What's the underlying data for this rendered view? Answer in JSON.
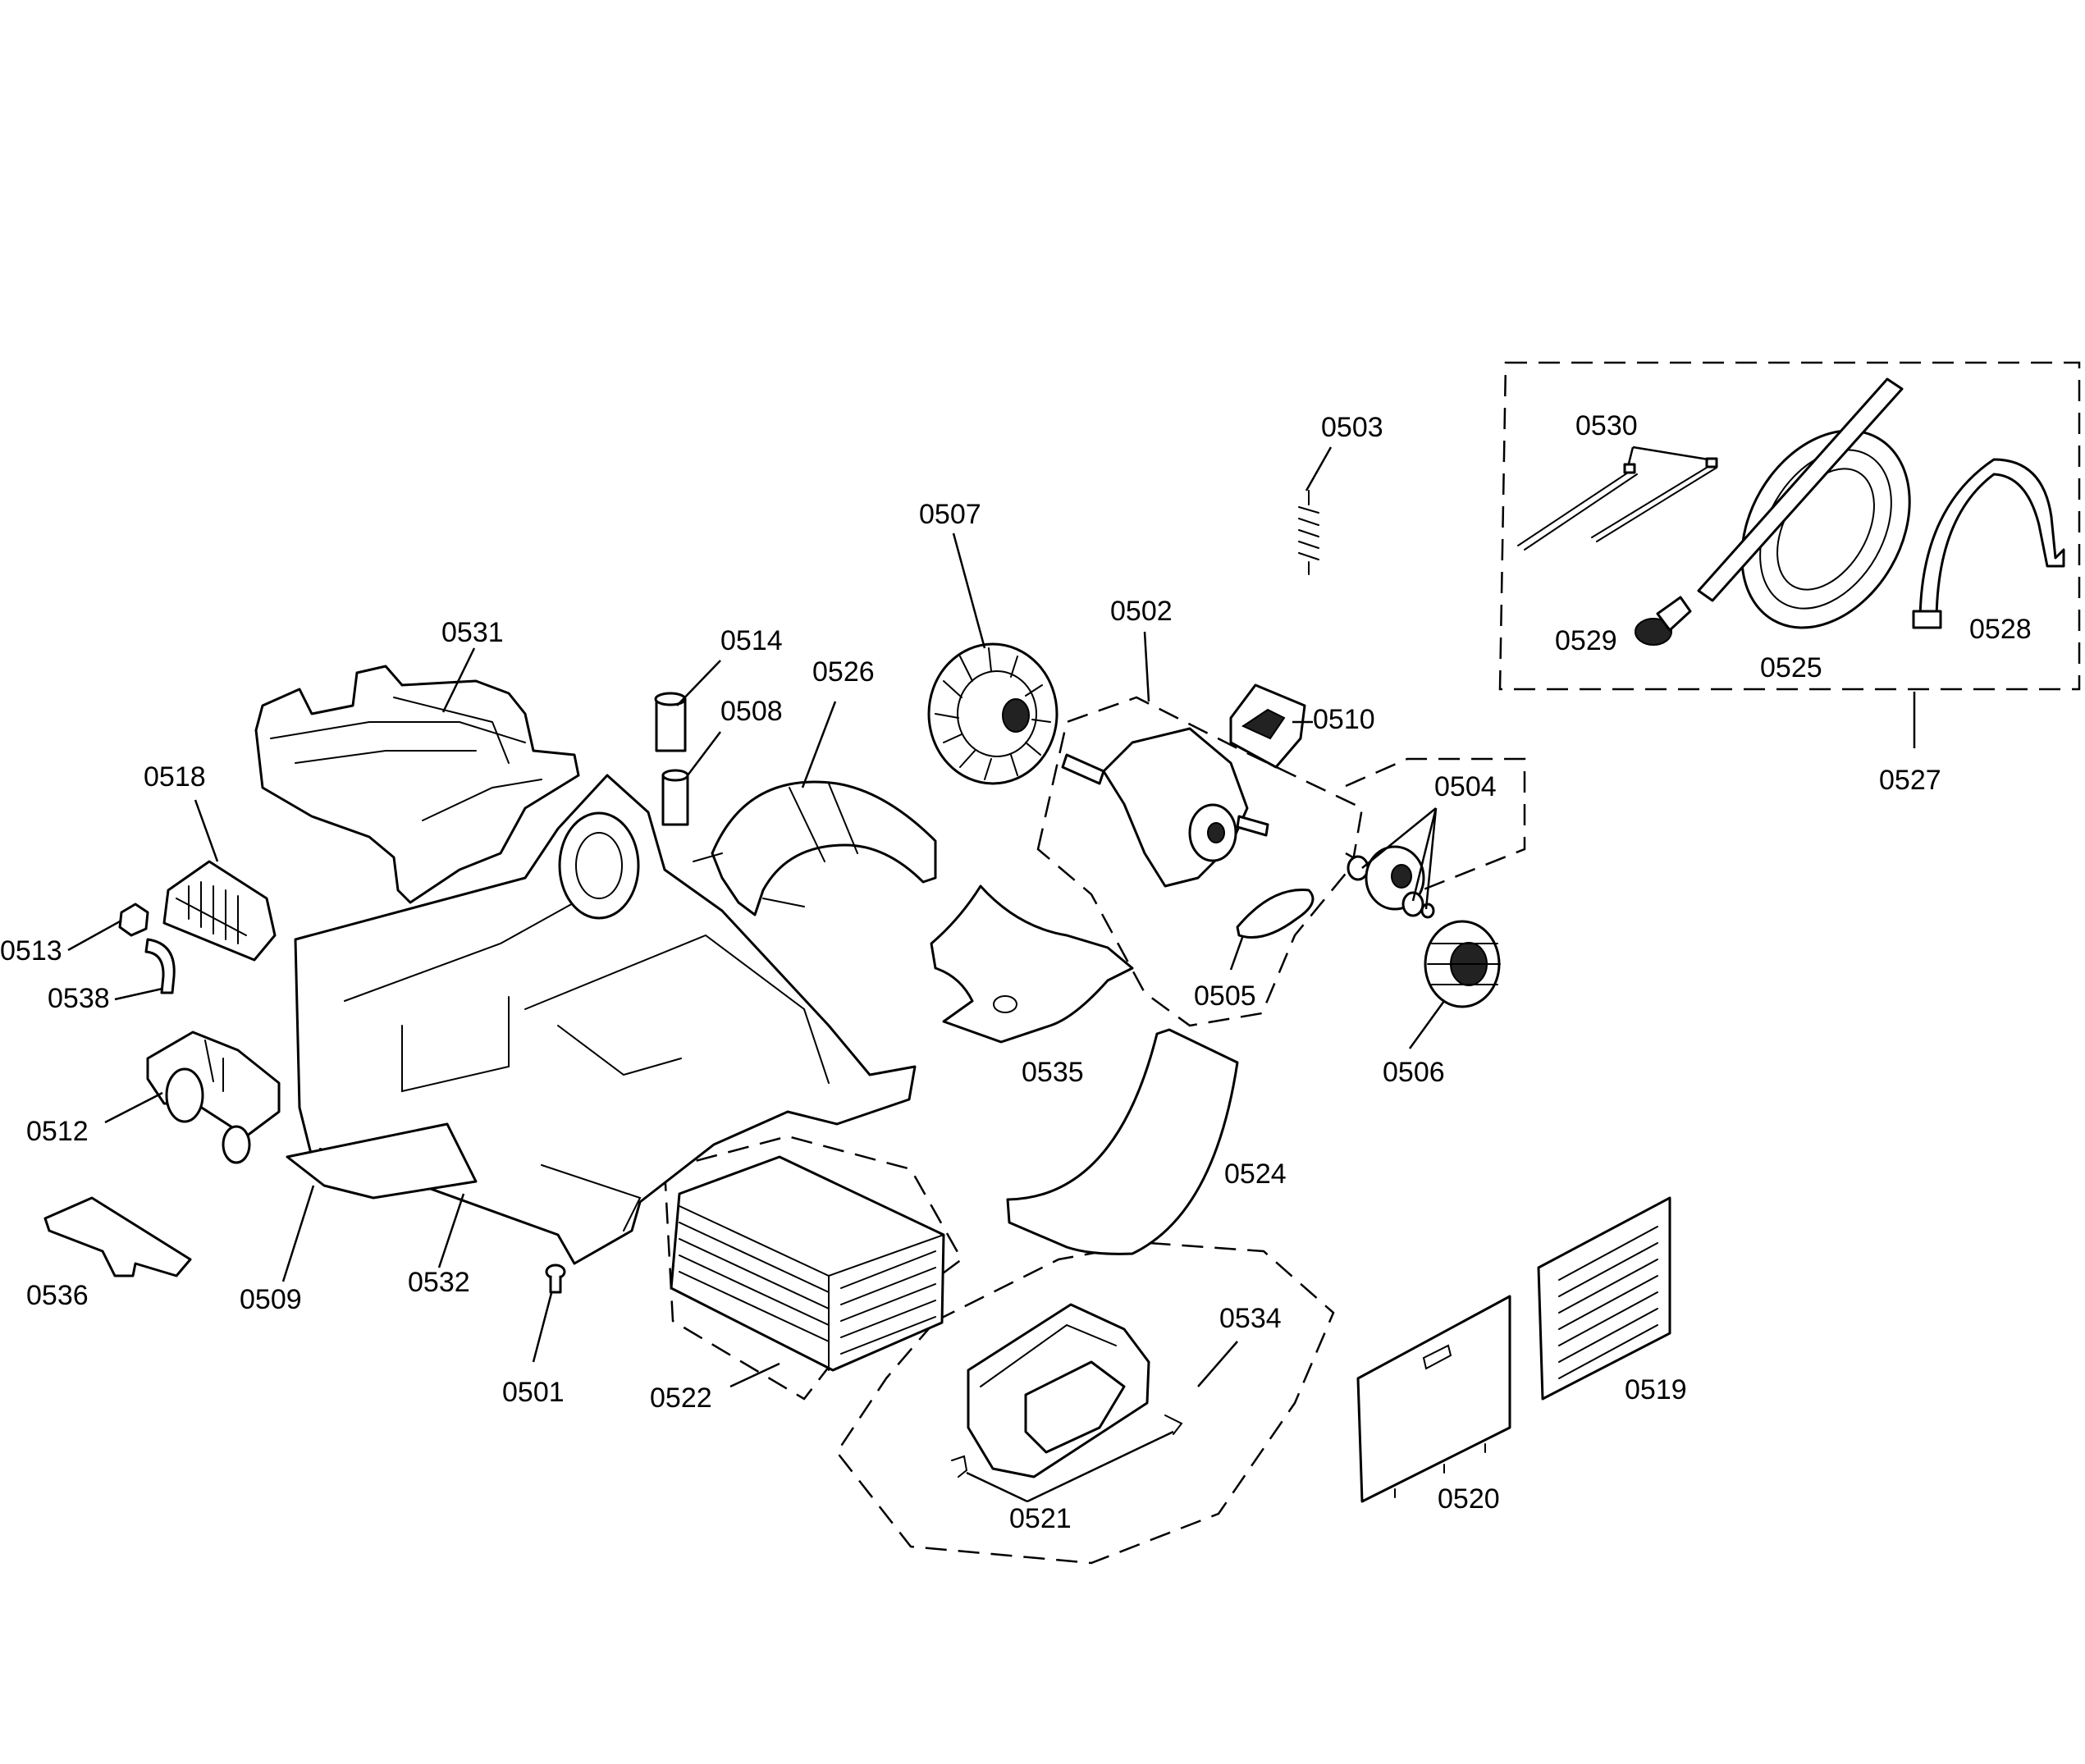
{
  "diagram": {
    "type": "exploded-parts-diagram",
    "colors": {
      "ink": "#000000",
      "paper": "#ffffff"
    },
    "parts": [
      {
        "id": "0501",
        "label": "0501"
      },
      {
        "id": "0502",
        "label": "0502"
      },
      {
        "id": "0503",
        "label": "0503"
      },
      {
        "id": "0504",
        "label": "0504"
      },
      {
        "id": "0505",
        "label": "0505"
      },
      {
        "id": "0506",
        "label": "0506"
      },
      {
        "id": "0507",
        "label": "0507"
      },
      {
        "id": "0508",
        "label": "0508"
      },
      {
        "id": "0509",
        "label": "0509"
      },
      {
        "id": "0510",
        "label": "0510"
      },
      {
        "id": "0512",
        "label": "0512"
      },
      {
        "id": "0513",
        "label": "0513"
      },
      {
        "id": "0514",
        "label": "0514"
      },
      {
        "id": "0518",
        "label": "0518"
      },
      {
        "id": "0519",
        "label": "0519"
      },
      {
        "id": "0520",
        "label": "0520"
      },
      {
        "id": "0521",
        "label": "0521"
      },
      {
        "id": "0522",
        "label": "0522"
      },
      {
        "id": "0524",
        "label": "0524"
      },
      {
        "id": "0525",
        "label": "0525"
      },
      {
        "id": "0526",
        "label": "0526"
      },
      {
        "id": "0527",
        "label": "0527"
      },
      {
        "id": "0528",
        "label": "0528"
      },
      {
        "id": "0529",
        "label": "0529"
      },
      {
        "id": "0530",
        "label": "0530"
      },
      {
        "id": "0531",
        "label": "0531"
      },
      {
        "id": "0532",
        "label": "0532"
      },
      {
        "id": "0534",
        "label": "0534"
      },
      {
        "id": "0535",
        "label": "0535"
      },
      {
        "id": "0536",
        "label": "0536"
      },
      {
        "id": "0538",
        "label": "0538"
      }
    ]
  }
}
